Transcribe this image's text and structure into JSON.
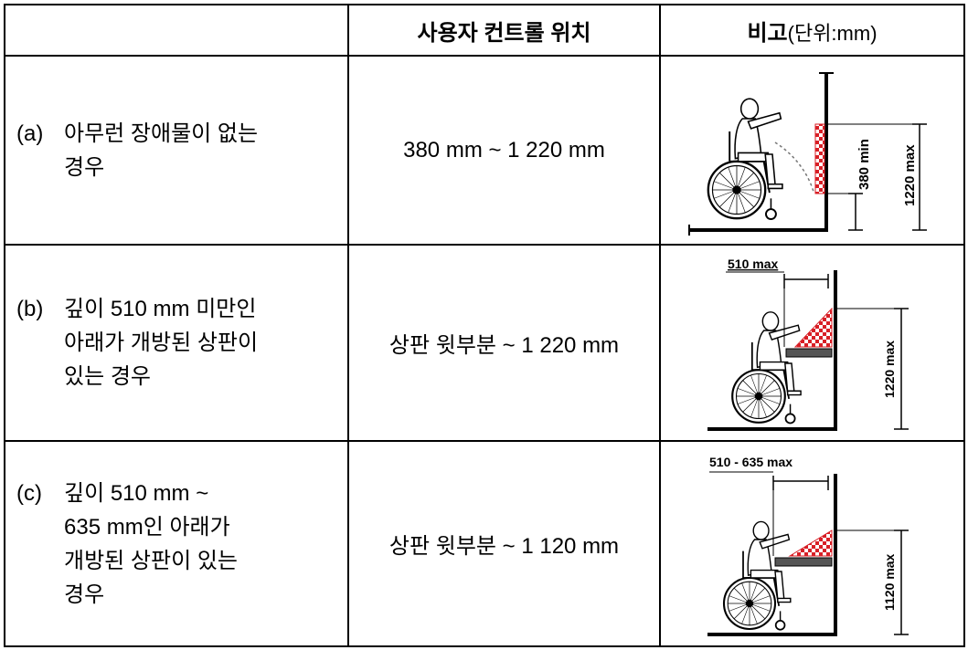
{
  "table": {
    "header": {
      "col1": "",
      "col2": "사용자 컨트롤 위치",
      "col3_main": "비고",
      "col3_unit": "(단위:mm)"
    },
    "rows": [
      {
        "label": "(a)",
        "lines": [
          "아무런 장애물이 없는",
          "경우"
        ],
        "position": "380 mm ~ 1 220 mm",
        "figure": {
          "dims": [
            "380 min",
            "1220 max"
          ]
        }
      },
      {
        "label": "(b)",
        "lines": [
          "깊이 510 mm 미만인",
          "아래가 개방된 상판이",
          "있는 경우"
        ],
        "position": "상판 윗부분 ~ 1 220 mm",
        "figure": {
          "dims": [
            "510 max",
            "1220 max"
          ]
        }
      },
      {
        "label": "(c)",
        "lines": [
          "깊이 510 mm ~",
          "635 mm인 아래가",
          "개방된 상판이 있는",
          "경우"
        ],
        "position": "상판 윗부분 ~ 1 120 mm",
        "figure": {
          "dims": [
            "510 - 635 max",
            "1120 max"
          ]
        }
      }
    ]
  },
  "colors": {
    "reach_zone": "#d81f26",
    "line": "#000000",
    "drawing_fill": "#ffffff",
    "counter": "#555555"
  },
  "icons": [
    "wheelchair-user-icon"
  ]
}
